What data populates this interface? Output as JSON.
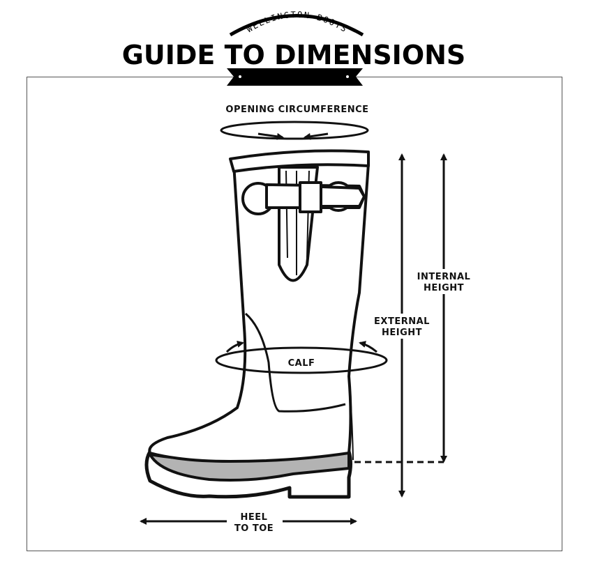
{
  "header": {
    "brand": "WELLINGTON BOOTS",
    "title": "GUIDE TO DIMENSIONS"
  },
  "labels": {
    "opening": "OPENING CIRCUMFERENCE",
    "calf": "CALF",
    "internal_line1": "INTERNAL",
    "internal_line2": "HEIGHT",
    "external_line1": "EXTERNAL",
    "external_line2": "HEIGHT",
    "heel_line1": "HEEL",
    "heel_line2": "TO TOE"
  },
  "colors": {
    "ink": "#111111",
    "sole": "#b3b3b3",
    "frame": "#555555"
  }
}
